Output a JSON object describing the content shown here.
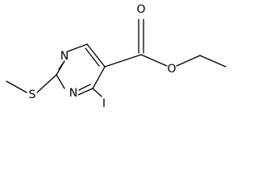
{
  "molecule": {
    "atoms": {
      "n_top": "N",
      "n_bottom": "N",
      "sulfur": "S",
      "iodine": "I",
      "carbonyl_oxygen": "O",
      "ester_oxygen": "O"
    }
  },
  "colors": {
    "bond": "#000000",
    "background": "#ffffff"
  }
}
